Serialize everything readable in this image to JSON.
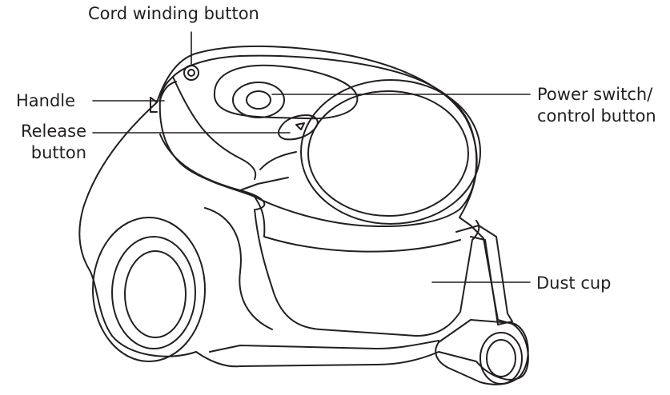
{
  "labels": {
    "cord_winding": "Cord winding button",
    "handle": "Handle",
    "release": [
      "Release",
      "button"
    ],
    "power": [
      "Power switch/",
      "control button"
    ],
    "dust_cup": "Dust cup"
  },
  "colors": {
    "ink": "#231f20",
    "background": "#ffffff"
  }
}
